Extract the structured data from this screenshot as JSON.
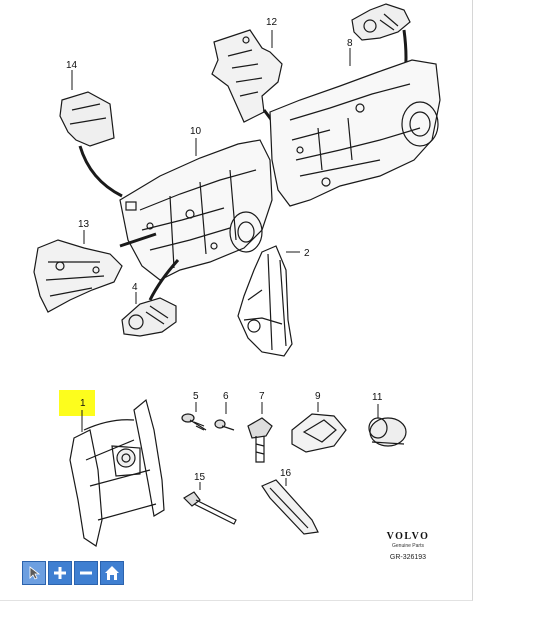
{
  "diagram": {
    "callouts": [
      {
        "id": "c2",
        "label": "2"
      },
      {
        "id": "c4",
        "label": "4"
      },
      {
        "id": "c5",
        "label": "5"
      },
      {
        "id": "c6",
        "label": "6"
      },
      {
        "id": "c7",
        "label": "7"
      },
      {
        "id": "c8",
        "label": "8"
      },
      {
        "id": "c9",
        "label": "9"
      },
      {
        "id": "c10",
        "label": "10"
      },
      {
        "id": "c11",
        "label": "11"
      },
      {
        "id": "c12",
        "label": "12"
      },
      {
        "id": "c13",
        "label": "13"
      },
      {
        "id": "c14",
        "label": "14"
      },
      {
        "id": "c15",
        "label": "15"
      },
      {
        "id": "c16",
        "label": "16"
      }
    ],
    "highlighted_callout": "1",
    "highlight_color": "#fdfd1d",
    "line_color": "#1a1a1a"
  },
  "brand": {
    "logo": "VOLVO",
    "subtitle": "Genuine Parts",
    "code": "GR-326193"
  },
  "toolbar": {
    "button_color": "#3f7fd1",
    "buttons": [
      {
        "name": "select",
        "icon": "cursor-icon"
      },
      {
        "name": "zoom-in",
        "icon": "plus-icon"
      },
      {
        "name": "zoom-out",
        "icon": "minus-icon"
      },
      {
        "name": "home",
        "icon": "home-icon"
      }
    ]
  }
}
